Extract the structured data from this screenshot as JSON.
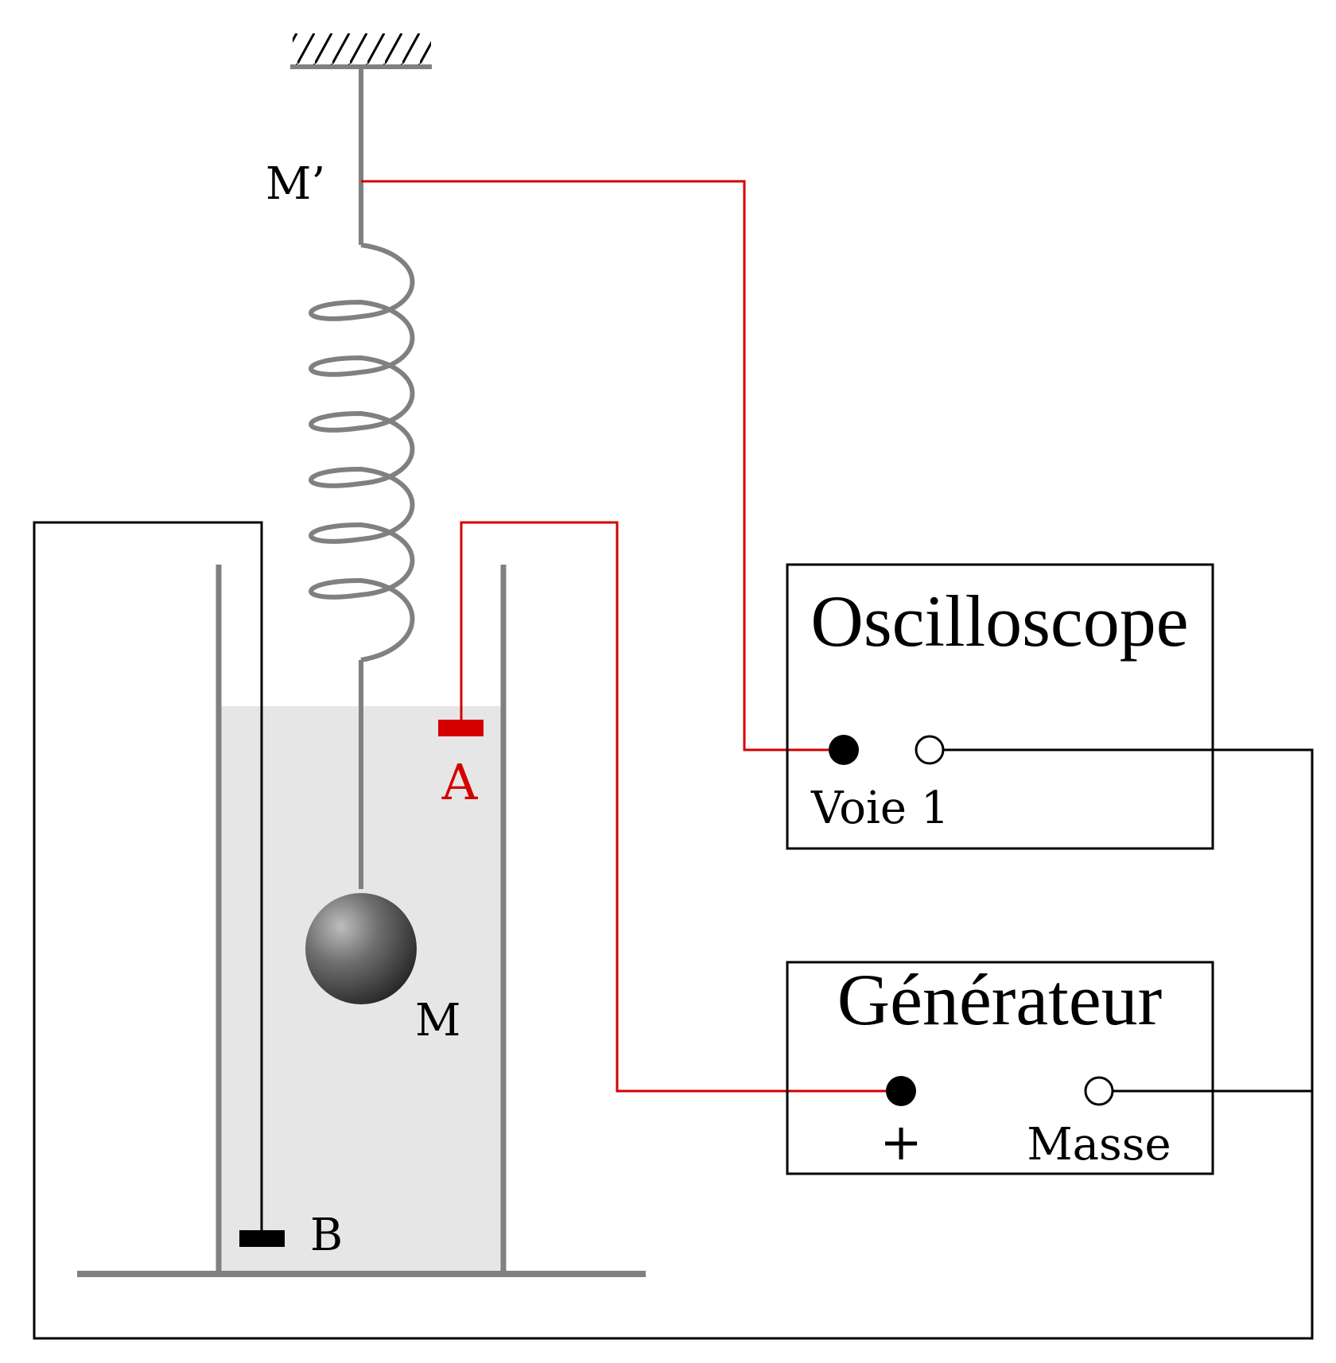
{
  "labels": {
    "m_prime": "M’",
    "m": "M",
    "a": "A",
    "b": "B"
  },
  "oscilloscope": {
    "title": "Oscilloscope",
    "channel_label": "Voie 1"
  },
  "generator": {
    "title": "Générateur",
    "plus_label": "+",
    "ground_label": "Masse"
  },
  "colors": {
    "signal_wire": "#d40000",
    "ground_wire": "#000000",
    "apparatus": "#808080",
    "liquid": "#e6e6e6",
    "electrode_a": "#d40000",
    "electrode_b": "#000000"
  }
}
